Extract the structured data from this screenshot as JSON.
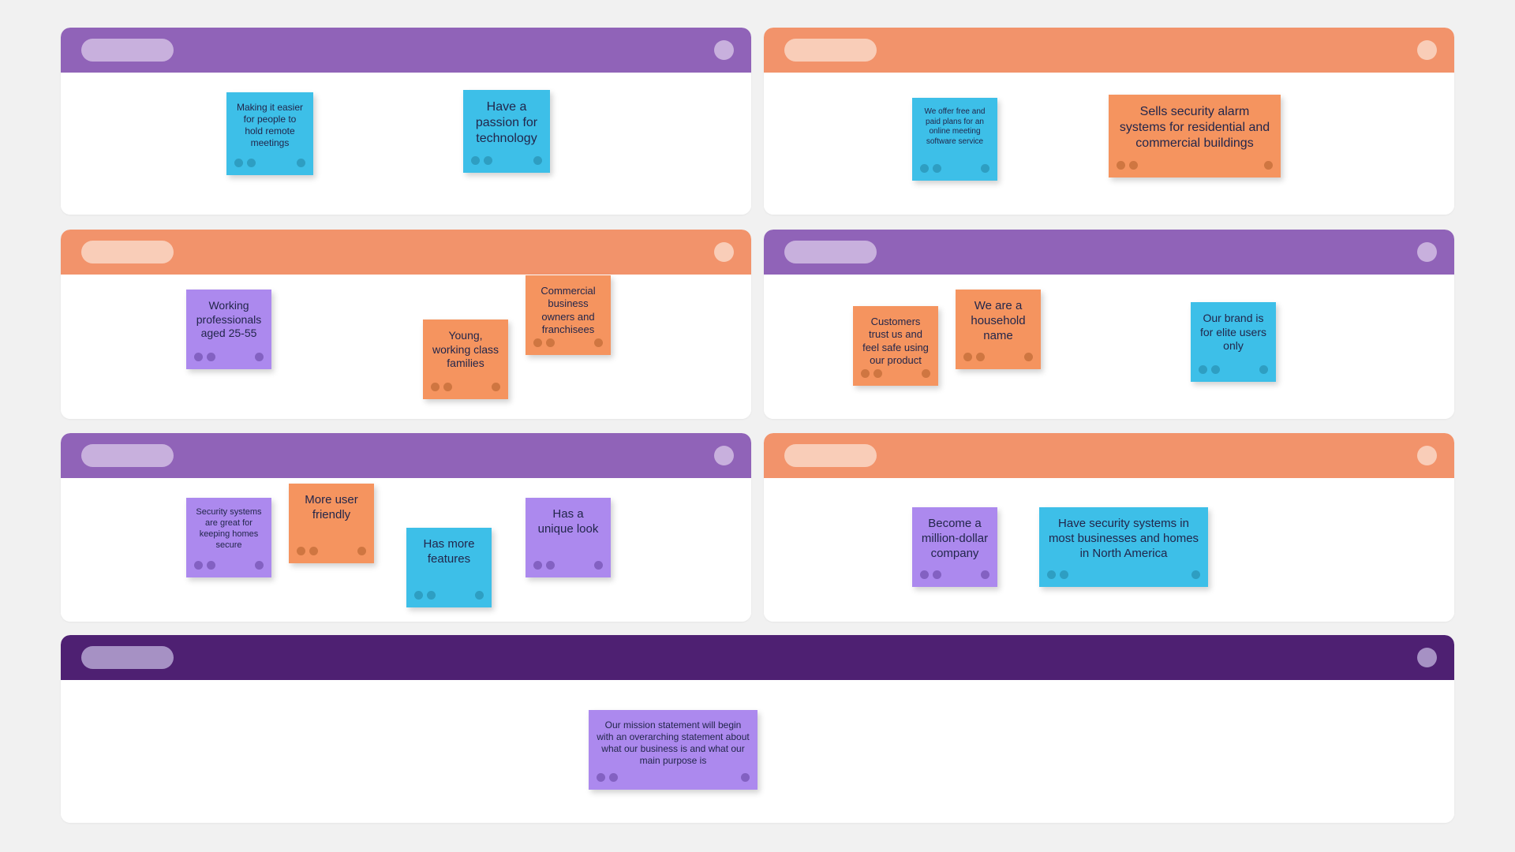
{
  "page": {
    "background_color": "#f1f1f1",
    "note_colors": {
      "blue": "#3dbfe8",
      "orange": "#f5945f",
      "purple": "#ac89ee"
    },
    "header_colors": {
      "purple": "#9063b8",
      "orange": "#f2936b",
      "dark_purple": "#4e2072"
    }
  },
  "panels": [
    {
      "id": "panel-1",
      "header_color": "#9063b8",
      "pill_color": "#c8b0dd",
      "dot_color": "#c8b0dd",
      "notes": [
        {
          "text": "Making it easier for people to hold remote meetings",
          "color": "blue",
          "font_size": 12
        },
        {
          "text": "Have a passion for technology",
          "color": "blue",
          "font_size": 16
        }
      ]
    },
    {
      "id": "panel-2",
      "header_color": "#f2936b",
      "pill_color": "#f9cdb8",
      "dot_color": "#f9cdb8",
      "notes": [
        {
          "text": "We offer free and paid plans for an online meeting software service",
          "color": "blue",
          "font_size": 10
        },
        {
          "text": "Sells security alarm systems for residential and commercial buildings",
          "color": "orange",
          "font_size": 16
        }
      ]
    },
    {
      "id": "panel-3",
      "header_color": "#f2936b",
      "pill_color": "#f9cdb8",
      "dot_color": "#f9cdb8",
      "notes": [
        {
          "text": "Working professionals aged 25-55",
          "color": "purple",
          "font_size": 14
        },
        {
          "text": "Young, working class families",
          "color": "orange",
          "font_size": 14
        },
        {
          "text": "Commercial business owners and franchisees",
          "color": "orange",
          "font_size": 13
        }
      ]
    },
    {
      "id": "panel-4",
      "header_color": "#9063b8",
      "pill_color": "#c8b0dd",
      "dot_color": "#c8b0dd",
      "notes": [
        {
          "text": "Customers trust us and feel safe using our product",
          "color": "orange",
          "font_size": 13
        },
        {
          "text": "We are a household name",
          "color": "orange",
          "font_size": 15
        },
        {
          "text": "Our brand is for elite users only",
          "color": "blue",
          "font_size": 14
        }
      ]
    },
    {
      "id": "panel-5",
      "header_color": "#9063b8",
      "pill_color": "#c8b0dd",
      "dot_color": "#c8b0dd",
      "notes": [
        {
          "text": "Security systems are great for keeping homes secure",
          "color": "purple",
          "font_size": 11
        },
        {
          "text": "More user friendly",
          "color": "orange",
          "font_size": 15
        },
        {
          "text": "Has more features",
          "color": "blue",
          "font_size": 15
        },
        {
          "text": "Has a unique look",
          "color": "purple",
          "font_size": 15
        }
      ]
    },
    {
      "id": "panel-6",
      "header_color": "#f2936b",
      "pill_color": "#f9cdb8",
      "dot_color": "#f9cdb8",
      "notes": [
        {
          "text": "Become a million-dollar company",
          "color": "purple",
          "font_size": 15
        },
        {
          "text": "Have security systems in most businesses and homes in North America",
          "color": "blue",
          "font_size": 15
        }
      ]
    },
    {
      "id": "panel-7",
      "header_color": "#4e2072",
      "pill_color": "#a691c4",
      "dot_color": "#a691c4",
      "notes": [
        {
          "text": "Our mission statement will begin with an overarching statement about what our business is and what our main purpose is",
          "color": "purple",
          "font_size": 12
        }
      ]
    }
  ]
}
